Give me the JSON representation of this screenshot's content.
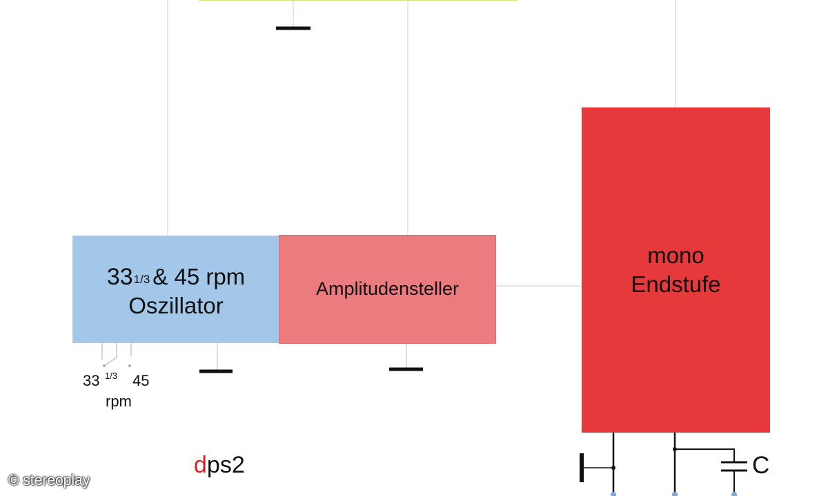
{
  "diagram": {
    "oscillator": {
      "line1_prefix": "33",
      "line1_fraction": "1/3",
      "line1_suffix": "& 45 rpm",
      "line2": "Oszillator",
      "color": "#a3c7e8"
    },
    "amplitude": {
      "label": "Amplitudensteller",
      "color": "#ec7b7f"
    },
    "amplifier": {
      "line1": "mono",
      "line2": "Endstufe",
      "color": "#e5393b"
    },
    "speed_switch": {
      "label_33": "33",
      "label_fraction": "1/3",
      "label_45": "45",
      "label_unit": "rpm"
    },
    "capacitor": {
      "label": "C"
    },
    "model": {
      "prefix": "d",
      "suffix": "ps2",
      "prefix_color": "#e02020"
    },
    "watermark": "© stereoplay"
  }
}
